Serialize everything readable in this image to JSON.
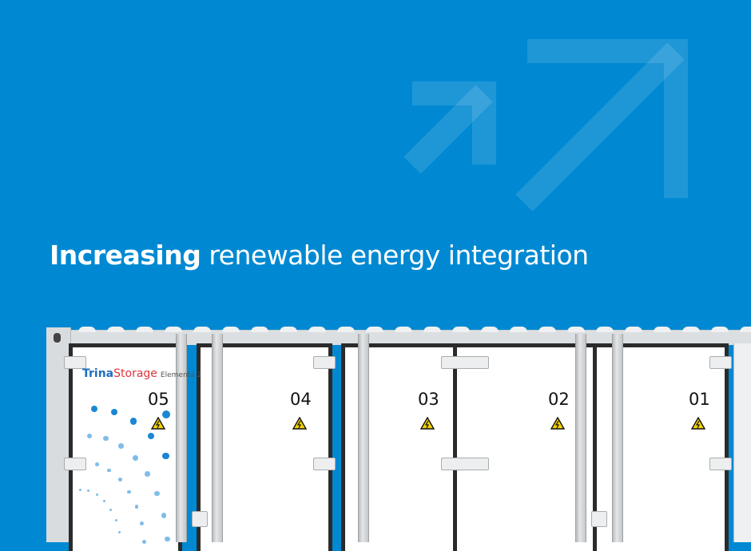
{
  "headline": {
    "bold": "Increasing",
    "light": "renewable energy integration"
  },
  "logo": {
    "brand_a": "Trina",
    "brand_b": "Storage",
    "model": "Elementa 2"
  },
  "doors": [
    {
      "label": "05"
    },
    {
      "label": "04"
    },
    {
      "label": "03"
    },
    {
      "label": "02"
    },
    {
      "label": "01"
    }
  ],
  "colors": {
    "background": "#0089d2",
    "brand_blue": "#1e6fc0",
    "brand_red": "#e0353b",
    "warning": "#f5d400"
  },
  "icons": {
    "arrows": "arrow-up-right-icon",
    "warning": "high-voltage-warning-icon"
  }
}
